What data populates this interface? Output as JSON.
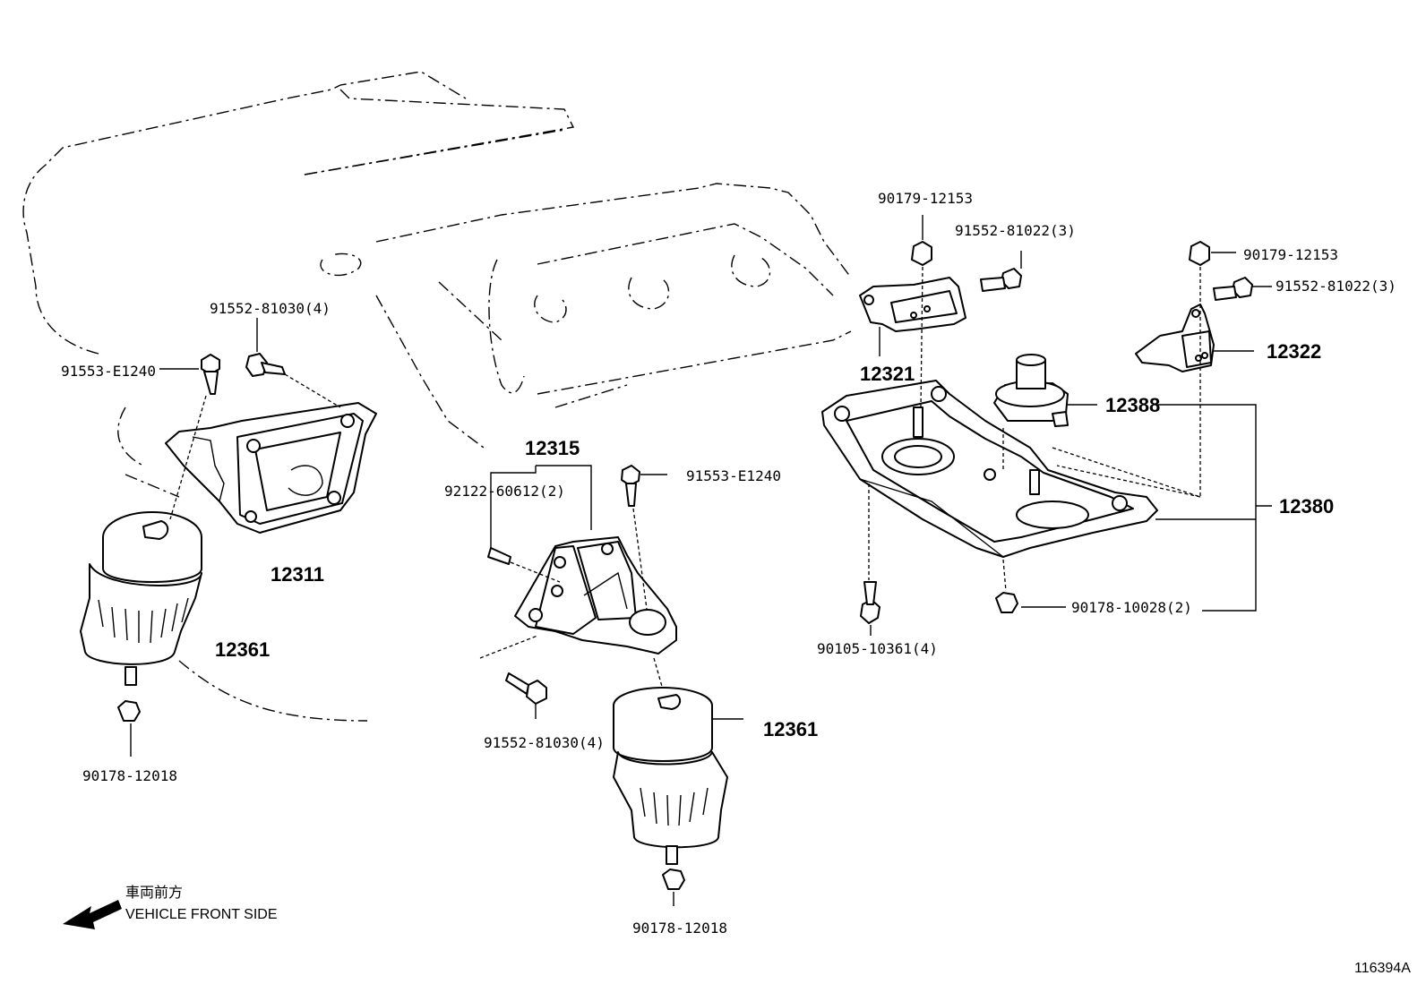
{
  "diagram": {
    "labels": {
      "p12311": "12311",
      "p12315": "12315",
      "p12321": "12321",
      "p12322": "12322",
      "p12388": "12388",
      "p12380": "12380",
      "p12361_left": "12361",
      "p12361_center": "12361",
      "b91553_left": "91553-E1240",
      "b91552_left": "91552-81030(4)",
      "n90178_left": "90178-12018",
      "s92122": "92122-60612(2)",
      "b91553_center": "91553-E1240",
      "b91552_center": "91552-81030(4)",
      "n90178_center": "90178-12018",
      "n90179_a": "90179-12153",
      "b91552_a": "91552-81022(3)",
      "n90179_b": "90179-12153",
      "b91552_b": "91552-81022(3)",
      "n90178_right": "90178-10028(2)",
      "b90105": "90105-10361(4)"
    },
    "direction": {
      "japanese": "車両前方",
      "english": "VEHICLE FRONT SIDE"
    },
    "figure_id": "116394A"
  }
}
